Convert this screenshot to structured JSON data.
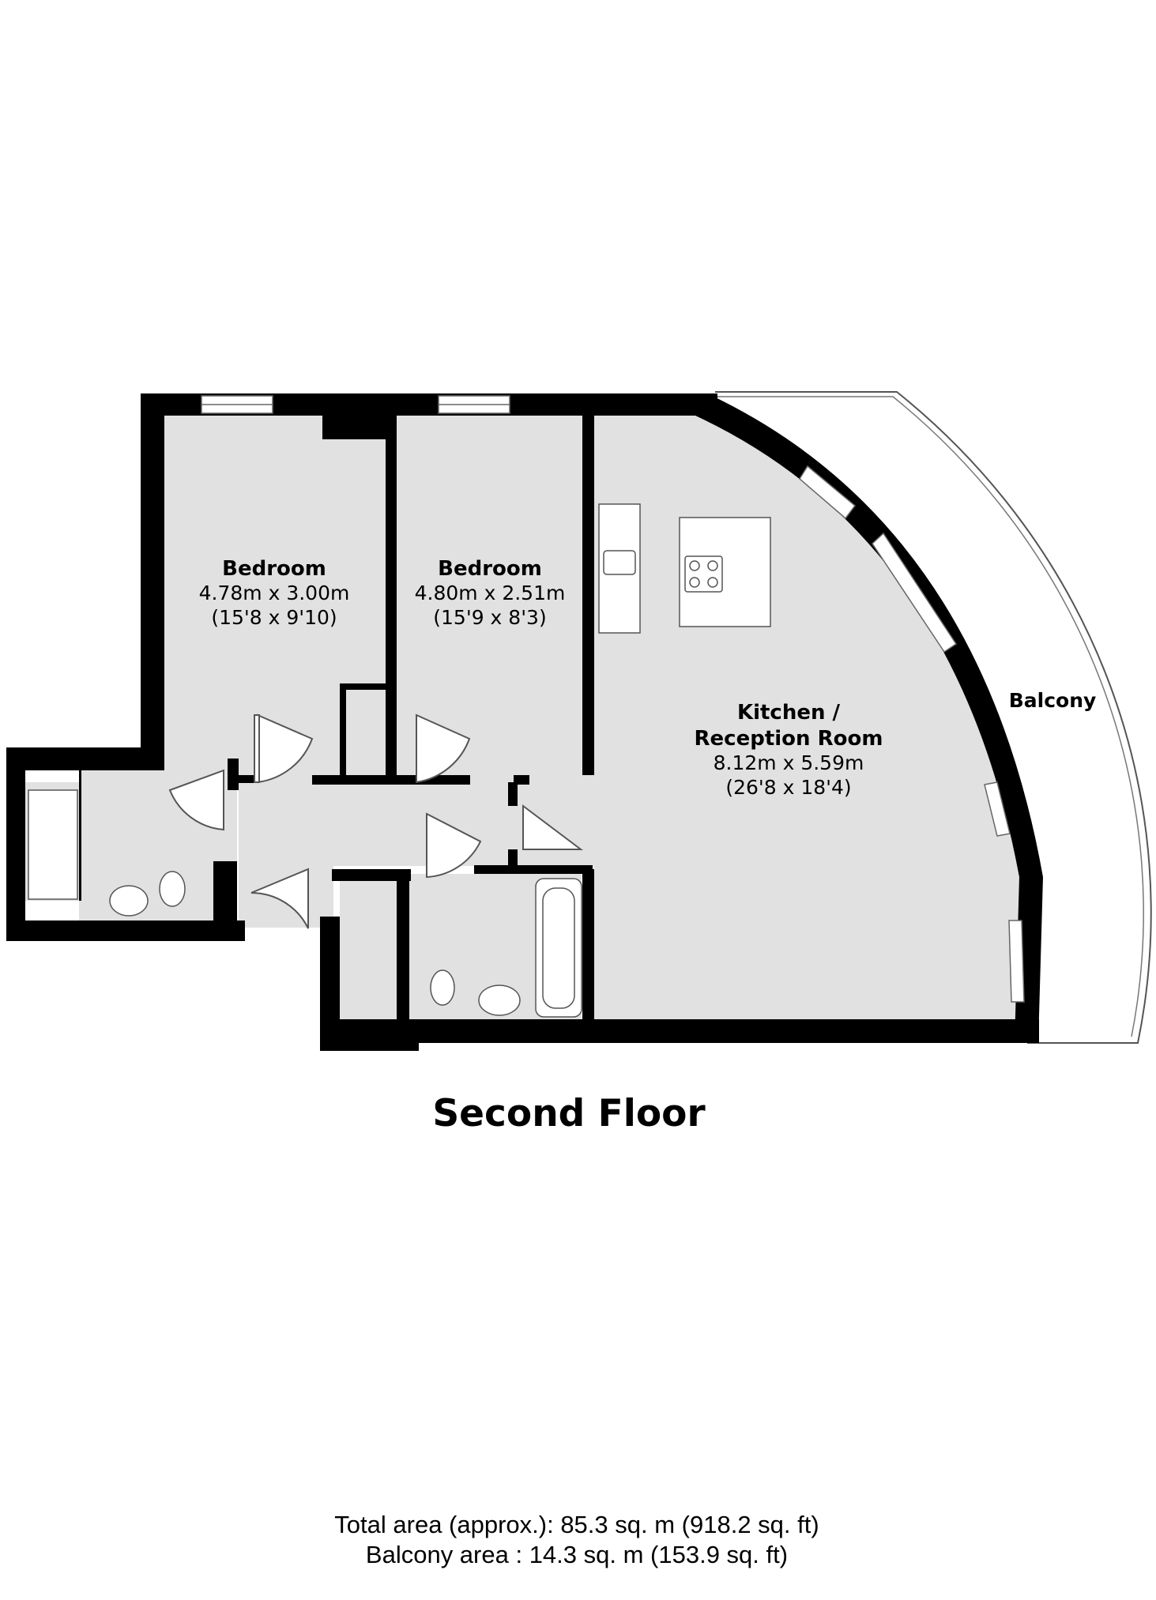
{
  "rooms": {
    "bedroom1": {
      "name": "Bedroom",
      "metric": "4.78m x 3.00m",
      "imperial": "(15'8 x 9'10)"
    },
    "bedroom2": {
      "name": "Bedroom",
      "metric": "4.80m x 2.51m",
      "imperial": "(15'9 x 8'3)"
    },
    "kitchen": {
      "name_line1": "Kitchen /",
      "name_line2": "Reception Room",
      "metric": "8.12m x 5.59m",
      "imperial": "(26'8 x 18'4)"
    },
    "balcony": {
      "name": "Balcony"
    }
  },
  "floor": {
    "title": "Second Floor"
  },
  "areas": {
    "total": "Total area (approx.): 85.3 sq. m (918.2 sq. ft)",
    "balcony": "Balcony area : 14.3 sq. m (153.9 sq. ft)"
  },
  "colors": {
    "wall": "#000000",
    "floor": "#e1e1e1",
    "background": "#ffffff"
  }
}
